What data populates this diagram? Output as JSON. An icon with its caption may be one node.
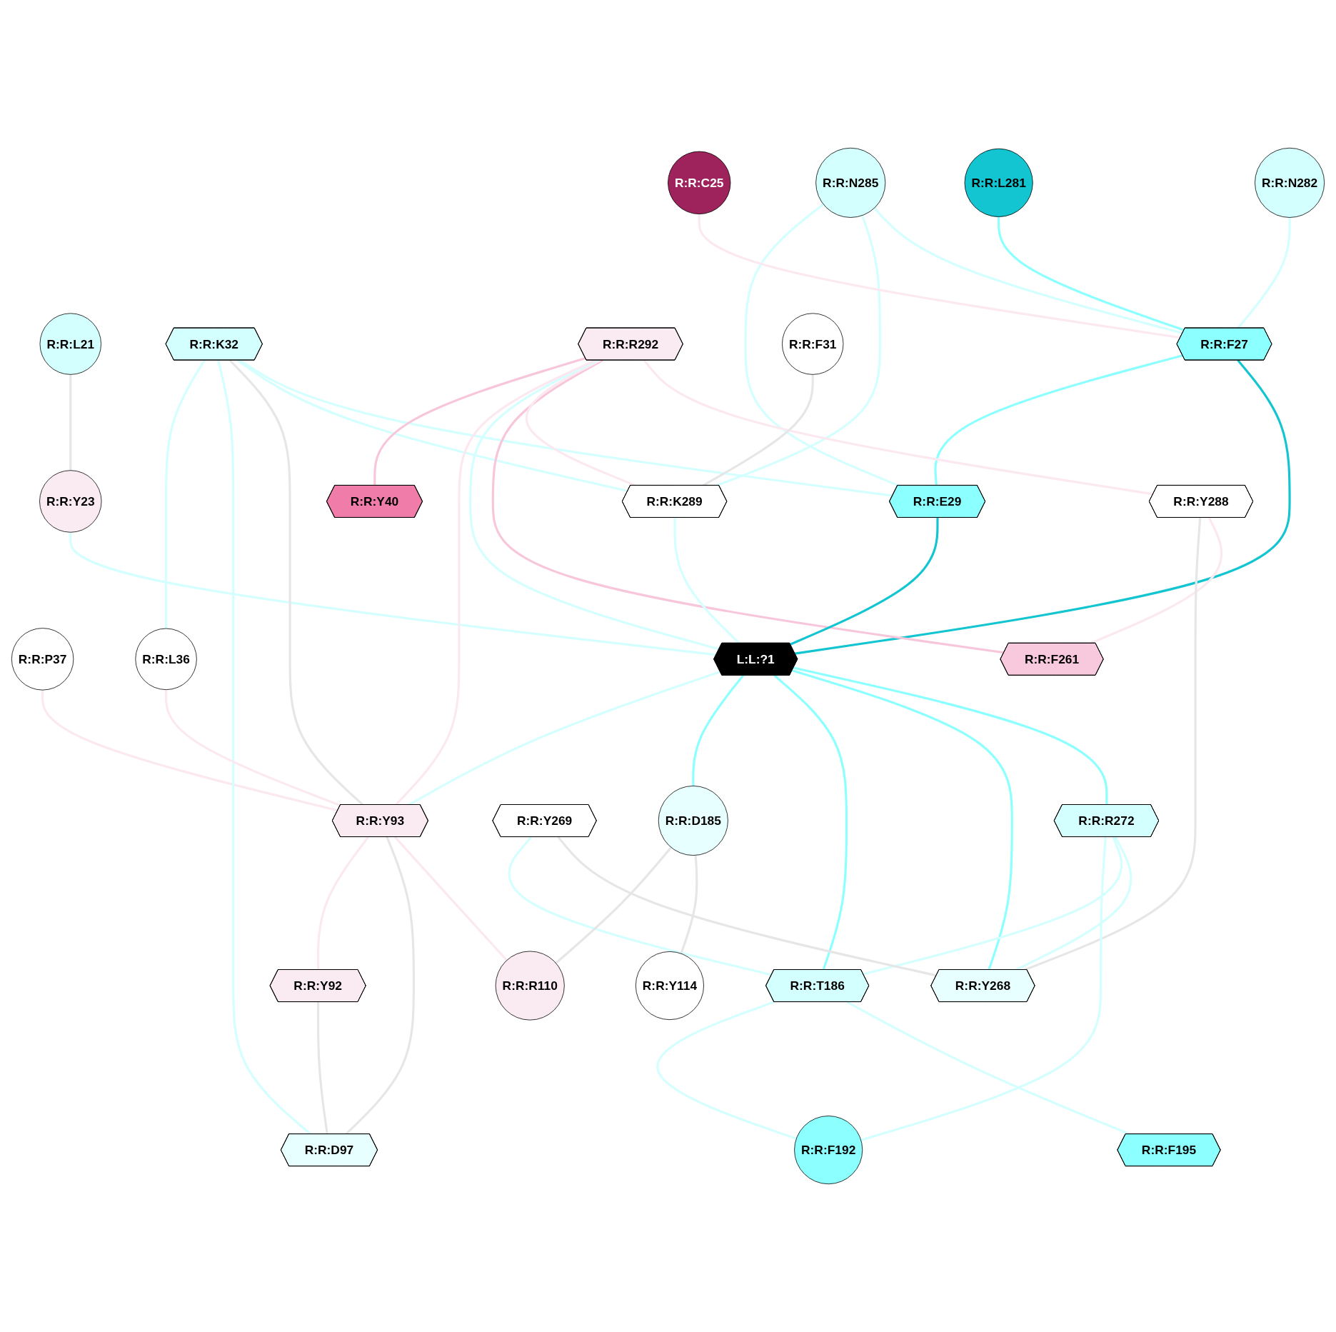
{
  "diagram": {
    "nodes": [
      {
        "text": [
          "R:R:N282"
        ]
      },
      {
        "text": [
          "R:R:L21"
        ]
      },
      {
        "text": [
          "R:R:L281"
        ]
      },
      {
        "text": [
          "R:R:P37"
        ]
      },
      {
        "text": [
          "R:R:N285"
        ]
      },
      {
        "text": [
          "R:R:C25"
        ]
      },
      {
        "text": [
          "R:R:Y23"
        ]
      },
      {
        "text": [
          "R:R:K32"
        ]
      },
      {
        "text": [
          "R:R:R292"
        ]
      },
      {
        "text": [
          "R:R:F27"
        ]
      },
      {
        "text": [
          "R:R:Y288"
        ]
      },
      {
        "text": [
          "R:R:K289"
        ]
      },
      {
        "text": [
          "R:R:E29"
        ]
      },
      {
        "text": [
          "R:R:F31"
        ]
      },
      {
        "text": [
          "L:L:?1"
        ]
      },
      {
        "text": [
          "R:R:F261"
        ]
      },
      {
        "text": [
          "R:R:Y93"
        ]
      },
      {
        "text": [
          "R:R:L36"
        ]
      },
      {
        "text": [
          "R:R:R272"
        ]
      },
      {
        "text": [
          "R:R:Y269"
        ]
      },
      {
        "text": [
          "R:R:Y268"
        ]
      },
      {
        "text": [
          "R:R:D185"
        ]
      },
      {
        "text": [
          "R:R:Y40"
        ]
      },
      {
        "text": [
          "R:R:T186"
        ]
      },
      {
        "text": [
          "R:R:F195"
        ]
      },
      {
        "text": [
          "R:R:Y92"
        ]
      },
      {
        "text": [
          "R:R:F192"
        ]
      },
      {
        "text": [
          "R:R:D97"
        ]
      },
      {
        "text": [
          "R:R:Y114"
        ]
      },
      {
        "text": [
          "R:R:R110"
        ]
      }
    ],
    "edges": [
      {
        "from": 1,
        "to": 6,
        "arrow": "none",
        "color": "#e6e6e6"
      },
      {
        "from": 0,
        "to": 9,
        "arrow": "none"
      },
      {
        "from": 2,
        "to": 9,
        "arrow": "none",
        "color": "#8cffff"
      },
      {
        "from": 4,
        "to": 9,
        "arrow": "none"
      },
      {
        "from": 4,
        "to": 11,
        "arrow": "none"
      },
      {
        "from": 4,
        "to": 12,
        "arrow": "none"
      },
      {
        "from": 3,
        "to": 16,
        "arrow": "none",
        "color": "#fce8f0"
      },
      {
        "from": 5,
        "to": 9,
        "arrow": "none",
        "color": "#fce8f0"
      },
      {
        "from": 6,
        "to": 14,
        "arrow": "none"
      },
      {
        "from": 9,
        "to": 14,
        "arrow": "none",
        "color": "#12c5d0"
      },
      {
        "from": 9,
        "to": 12,
        "arrow": "none",
        "color": "#8cffff"
      },
      {
        "from": 7,
        "to": 12,
        "arrow": "none"
      },
      {
        "from": 7,
        "to": 11,
        "arrow": "none"
      },
      {
        "from": 7,
        "to": 16,
        "arrow": "none",
        "color": "#e6e6e6"
      },
      {
        "from": 7,
        "to": 27,
        "arrow": "none"
      },
      {
        "from": 7,
        "to": 17,
        "arrow": "none"
      },
      {
        "from": 8,
        "to": 10,
        "arrow": "none",
        "color": "#fce8f0"
      },
      {
        "from": 8,
        "to": 15,
        "arrow": "none",
        "color": "#f8c6db"
      },
      {
        "from": 8,
        "to": 11,
        "arrow": "none",
        "color": "#fce8f0"
      },
      {
        "from": 8,
        "to": 14,
        "arrow": "none"
      },
      {
        "from": 8,
        "to": 16,
        "arrow": "none",
        "color": "#fce8f0"
      },
      {
        "from": 8,
        "to": 22,
        "arrow": "none",
        "color": "#f8c6db"
      },
      {
        "from": 13,
        "to": 11,
        "arrow": "none",
        "color": "#e6e6e6"
      },
      {
        "from": 10,
        "to": 15,
        "arrow": "none",
        "color": "#fce8f0"
      },
      {
        "from": 10,
        "to": 20,
        "arrow": "none",
        "color": "#e6e6e6"
      },
      {
        "from": 11,
        "to": 14,
        "arrow": "none"
      },
      {
        "from": 12,
        "to": 14,
        "arrow": "none",
        "color": "#12c5d0"
      },
      {
        "from": 14,
        "to": 18,
        "arrow": "none",
        "color": "#8cffff"
      },
      {
        "from": 14,
        "to": 20,
        "arrow": "none",
        "color": "#8cffff"
      },
      {
        "from": 14,
        "to": 23,
        "arrow": "none",
        "color": "#8cffff"
      },
      {
        "from": 14,
        "to": 21,
        "arrow": "none",
        "color": "#8cffff"
      },
      {
        "from": 14,
        "to": 16,
        "arrow": "none"
      },
      {
        "from": 17,
        "to": 16,
        "arrow": "none",
        "color": "#fce8f0"
      },
      {
        "from": 18,
        "to": 20,
        "arrow": "none"
      },
      {
        "from": 18,
        "to": 23,
        "arrow": "none"
      },
      {
        "from": 18,
        "to": 26,
        "arrow": "none"
      },
      {
        "from": 19,
        "to": 20,
        "arrow": "none",
        "color": "#e6e6e6"
      },
      {
        "from": 19,
        "to": 23,
        "arrow": "none"
      },
      {
        "from": 23,
        "to": 24,
        "arrow": "none"
      },
      {
        "from": 23,
        "to": 26,
        "arrow": "none"
      },
      {
        "from": 21,
        "to": 28,
        "arrow": "none",
        "color": "#e6e6e6"
      },
      {
        "from": 21,
        "to": 29,
        "arrow": "none",
        "color": "#e6e6e6"
      },
      {
        "from": 16,
        "to": 29,
        "arrow": "none",
        "color": "#fce8f0"
      },
      {
        "from": 16,
        "to": 27,
        "arrow": "none",
        "color": "#e6e6e6"
      },
      {
        "from": 16,
        "to": 25,
        "arrow": "none",
        "color": "#fce8f0"
      },
      {
        "from": 25,
        "to": 27,
        "arrow": "none",
        "color": "#e6e6e6"
      }
    ]
  }
}
